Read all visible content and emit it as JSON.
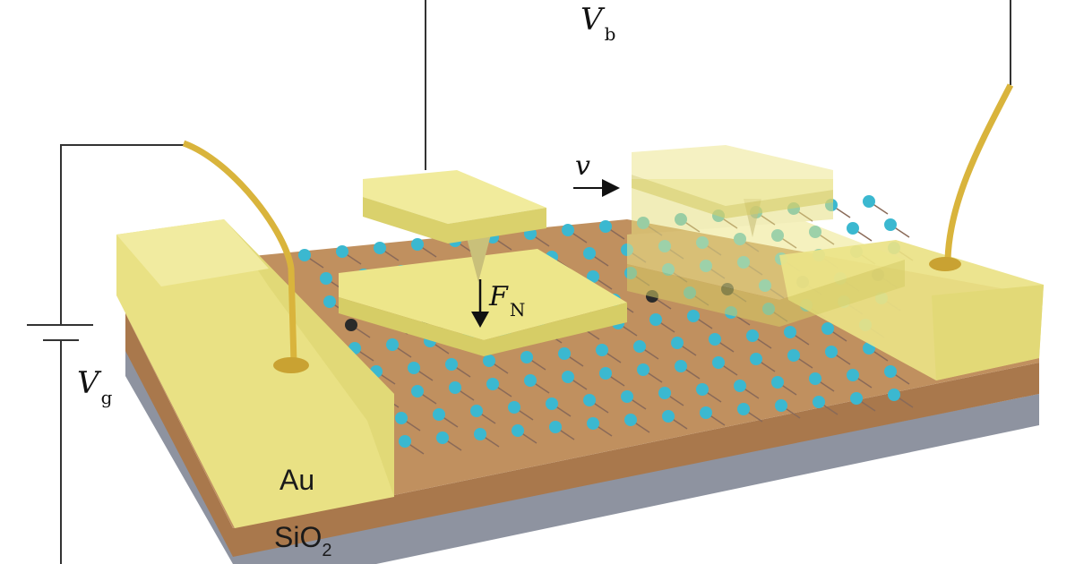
{
  "labels": {
    "bias_voltage": {
      "symbol": "V",
      "subscript": "b"
    },
    "gate_voltage": {
      "symbol": "V",
      "subscript": "g"
    },
    "velocity": "v",
    "normal_force": {
      "symbol": "F",
      "subscript": "N"
    },
    "electrode_material": "Au",
    "substrate_material": {
      "base": "SiO",
      "subscript": "2"
    }
  },
  "colors": {
    "gold": "#EDE68A",
    "gold_shadow": "#D8CF6A",
    "substrate": "#B8875A",
    "base": "#8E93A0",
    "atom_cyan": "#3BB8D0",
    "atom_dark": "#2A2A2A",
    "wire": "#333333"
  }
}
